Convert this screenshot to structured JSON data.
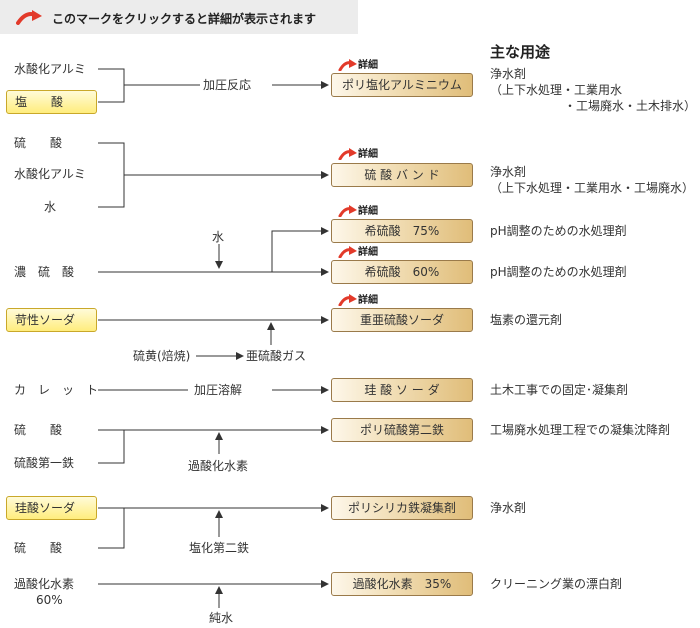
{
  "note": {
    "text": "このマークをクリックすると詳細が表示されます"
  },
  "heading": "主な用途",
  "detail_label": "詳細",
  "rows": [
    {
      "raw": [
        "水酸化アルミ",
        "塩　　酸"
      ],
      "process": "加圧反応",
      "product": "ポリ塩化アルミニウム",
      "uses": [
        "浄水剤",
        "（上下水処理・工業用水",
        "・工場廃水・土木排水）"
      ]
    },
    {
      "raw": [
        "硫　　酸",
        "水酸化アルミ",
        "水"
      ],
      "product": "硫 酸 バ ン ド",
      "uses": [
        "浄水剤",
        "（上下水処理・工業用水・工場廃水）"
      ]
    },
    {
      "raw": [
        "濃　硫　酸"
      ],
      "additive": "水",
      "products": [
        "希硫酸　75%",
        "希硫酸　60%"
      ],
      "uses": [
        "pH調整のための水処理剤",
        "pH調整のための水処理剤"
      ]
    },
    {
      "raw": [
        "苛性ソーダ"
      ],
      "additive": "亜硫酸ガス",
      "additive_source": "硫黄(焙焼)",
      "product": "重亜硫酸ソーダ",
      "uses": [
        "塩素の還元剤"
      ]
    },
    {
      "raw": [
        "カ　レ　ッ　ト"
      ],
      "process": "加圧溶解",
      "product": "珪 酸 ソ ー ダ",
      "uses": [
        "土木工事での固定･凝集剤"
      ]
    },
    {
      "raw": [
        "硫　　酸",
        "硫酸第一鉄"
      ],
      "additive": "過酸化水素",
      "product": "ポリ硫酸第二鉄",
      "uses": [
        "工場廃水処理工程での凝集沈降剤"
      ]
    },
    {
      "raw": [
        "珪酸ソーダ",
        "硫　　酸"
      ],
      "additive": "塩化第二鉄",
      "product": "ポリシリカ鉄凝集剤",
      "uses": [
        "浄水剤"
      ]
    },
    {
      "raw": [
        "過酸化水素",
        "60%"
      ],
      "additive": "純水",
      "product": "過酸化水素　35%",
      "uses": [
        "クリーニング業の漂白剤"
      ]
    }
  ]
}
